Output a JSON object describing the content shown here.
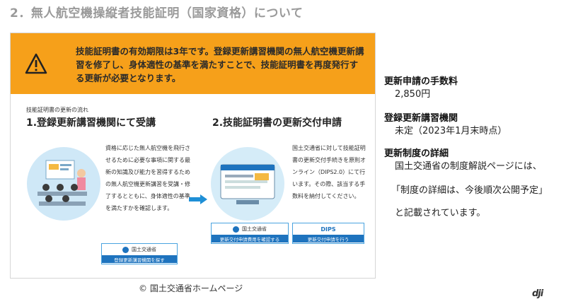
{
  "heading": "2．無人航空機操縦者技能証明（国家資格）について",
  "banner": {
    "text": "技能証明書の有効期限は3年です。登録更新講習機関の無人航空機更新講習を修了し、身体適性の基準を満たすことで、技能証明書を再度発行する更新が必要となります。",
    "icon": "warning-icon"
  },
  "flow": {
    "label": "技能証明書の更新の流れ",
    "step1_title": "1.登録更新講習機関にて受講",
    "step1_desc": "資格に応じた無人航空機を飛行させるために必要な事項に関する最新の知識及び能力を習得するための無人航空機更新講習を受講・修了するとともに、身体適性の基準を満たすかを確認します。",
    "step1_link": {
      "org": "国土交通省",
      "button": "登録更新講習機関を探す"
    },
    "step2_title": "2.技能証明書の更新交付申請",
    "step2_desc": "国土交通省に対して技能証明書の更新交付手続きを原則オンライン（DIPS2.0）にて行います。その際、該当する手数料を納付してください。",
    "step2_link_a": {
      "org": "国土交通省",
      "button": "更新交付申請費用を確認する"
    },
    "step2_link_b": {
      "org": "DIPS",
      "button": "更新交付申請を行う"
    }
  },
  "caption": "© 国土交通省ホームページ",
  "right": {
    "fee_heading": "更新申請の手数料",
    "fee_value": "2,850円",
    "org_heading": "登録更新講習機関",
    "org_value": "未定（2023年1月末時点）",
    "detail_heading": "更新制度の詳細",
    "detail_line1": "国土交通省の制度解説ページには、",
    "detail_line2": "「制度の詳細は、今後順次公開予定」",
    "detail_line3": "と記載されています。"
  },
  "brand": "dji",
  "colors": {
    "banner": "#f6a01a",
    "link_blue": "#1e73be",
    "heading_gray": "#9a9a9a"
  }
}
